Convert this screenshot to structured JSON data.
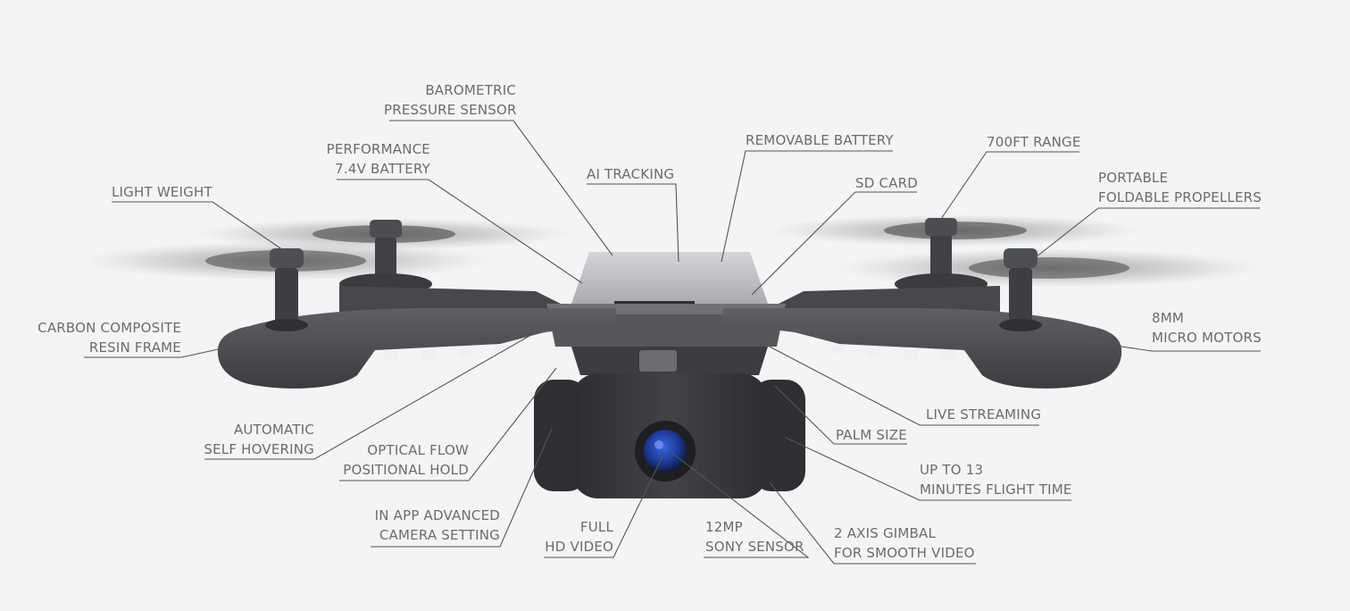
{
  "labels": {
    "barometric": [
      "BAROMETRIC",
      "PRESSURE SENSOR"
    ],
    "performance": [
      "PERFORMANCE",
      "7.4V BATTERY"
    ],
    "light_weight": [
      "LIGHT WEIGHT"
    ],
    "ai_tracking": [
      "AI TRACKING"
    ],
    "removable_battery": [
      "REMOVABLE BATTERY"
    ],
    "sd_card": [
      "SD CARD"
    ],
    "range": [
      "700FT RANGE"
    ],
    "portable": [
      "PORTABLE",
      "FOLDABLE PROPELLERS"
    ],
    "carbon": [
      "CARBON COMPOSITE",
      "RESIN FRAME"
    ],
    "micro_motors": [
      "8MM",
      "MICRO MOTORS"
    ],
    "live_streaming": [
      "LIVE STREAMING"
    ],
    "automatic": [
      "AUTOMATIC",
      "SELF HOVERING"
    ],
    "optical_flow": [
      "OPTICAL FLOW",
      "POSITIONAL HOLD"
    ],
    "palm_size": [
      "PALM SIZE"
    ],
    "flight_time": [
      "UP TO 13",
      "MINUTES FLIGHT TIME"
    ],
    "in_app": [
      "IN APP ADVANCED",
      "CAMERA SETTING"
    ],
    "full_hd": [
      "FULL",
      "HD VIDEO"
    ],
    "sony": [
      "12MP",
      "SONY SENSOR"
    ],
    "gimbal": [
      "2 AXIS GIMBAL",
      "FOR SMOOTH VIDEO"
    ]
  },
  "colors": {
    "background": "#f4f4f4",
    "body": "#4a4c4f",
    "top_cover": "#bfc1c4",
    "lens": "#2a4fbf",
    "label_text": "#6c6c6c",
    "leader_line": "#555555"
  }
}
